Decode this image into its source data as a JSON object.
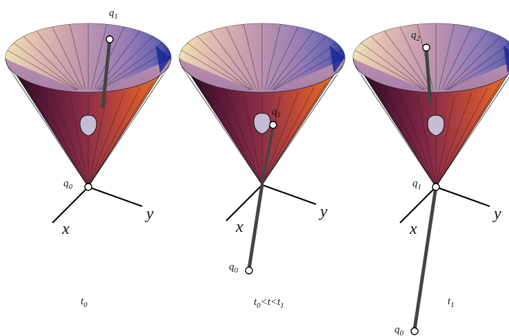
{
  "panels": [
    {
      "apex_label": {
        "main": "q",
        "sub": "0"
      },
      "tip_label": {
        "main": "q",
        "sub": "1"
      },
      "time_label": {
        "pre": "t",
        "pre_sub": "0",
        "mid": "",
        "post": "",
        "post_sub": ""
      },
      "x_label": "x",
      "y_label": "y"
    },
    {
      "apex_label": {
        "main": "q",
        "sub": "1"
      },
      "tip_label": {
        "main": "q",
        "sub": "0"
      },
      "time_label": {
        "pre": "t",
        "pre_sub": "0",
        "mid": "<t<",
        "post": "t",
        "post_sub": "1"
      },
      "x_label": "x",
      "y_label": "y"
    },
    {
      "apex_label": {
        "main": "q",
        "sub": "1"
      },
      "tip_label": {
        "main": "q",
        "sub": "2"
      },
      "extra_label": {
        "main": "q",
        "sub": "0"
      },
      "time_label": {
        "pre": "t",
        "pre_sub": "1",
        "mid": "",
        "post": "",
        "post_sub": ""
      },
      "x_label": "x",
      "y_label": "y"
    }
  ],
  "colors": {
    "rod": "#444444",
    "axis": "#000000",
    "cone_rim_light": "#f2e6b0",
    "cone_interior": "#b88fb0",
    "cone_right": "#e36a2a",
    "cone_left": "#5a1a3a",
    "cone_edge_blue": "#1a2a9a"
  }
}
